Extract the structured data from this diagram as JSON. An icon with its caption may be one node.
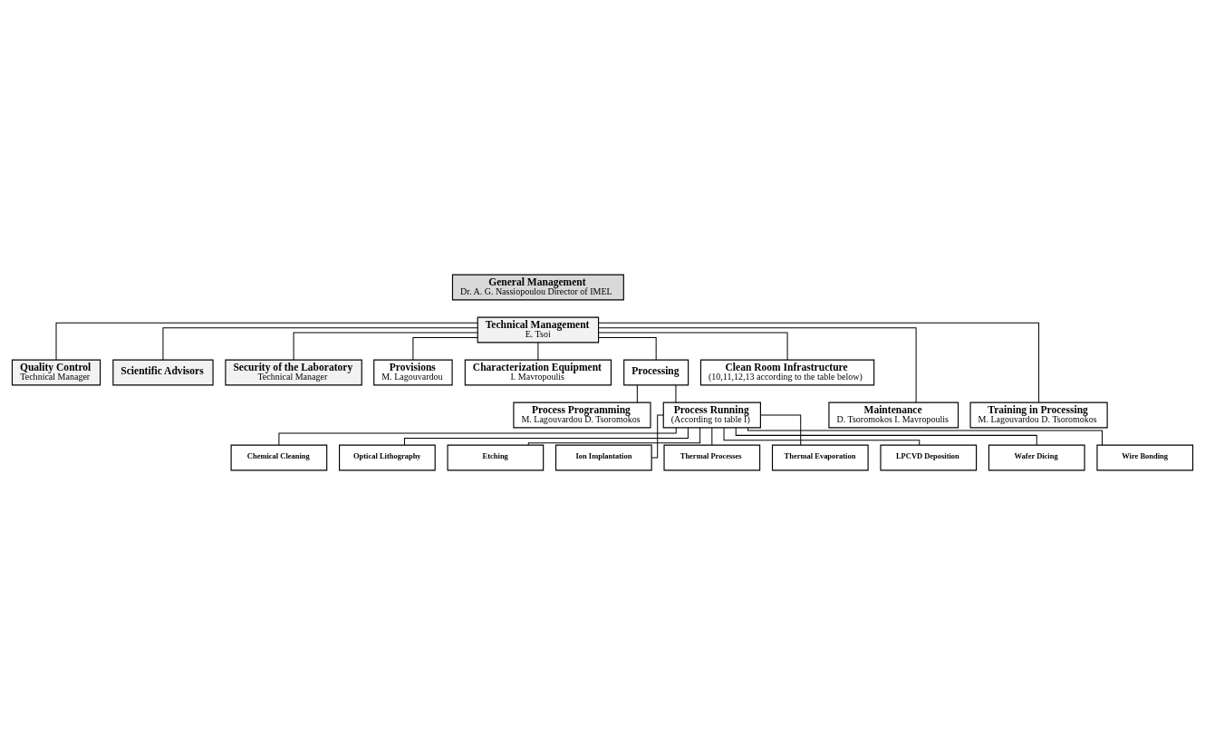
{
  "diagram": {
    "nodes": [
      {
        "text": [
          "General Management",
          "Dr. A. G. Nassiopoulou Director of IMEL"
        ]
      },
      {
        "text": [
          "Technical Management",
          "E. Tsoi"
        ]
      },
      {
        "text": [
          "Quality Control",
          "Technical Manager"
        ]
      },
      {
        "text": [
          "Scientific Advisors"
        ]
      },
      {
        "text": [
          "Security of the Laboratory",
          "Technical Manager"
        ]
      },
      {
        "text": [
          "Provisions",
          "M. Lagouvardou"
        ]
      },
      {
        "text": [
          "Characterization Equipment",
          "I. Mavropoulis"
        ]
      },
      {
        "text": [
          "Processing"
        ]
      },
      {
        "text": [
          "Clean Room Infrastructure",
          "(10,11,12,13 according to the table below)"
        ]
      },
      {
        "text": [
          "Maintenance",
          "D. Tsoromokos I. Mavropoulis"
        ]
      },
      {
        "text": [
          "Training in Processing",
          "M. Lagouvardou D. Tsoromokos"
        ]
      },
      {
        "text": [
          "Process Programming",
          "M. Lagouvardou D. Tsoromokos"
        ]
      },
      {
        "text": [
          "Process Running",
          "(According to table I)"
        ]
      },
      {
        "text": [
          "Chemical Cleaning"
        ]
      },
      {
        "text": [
          "Optical Lithography"
        ]
      },
      {
        "text": [
          "Etching"
        ]
      },
      {
        "text": [
          "Ion Implantation"
        ]
      },
      {
        "text": [
          "Thermal Processes"
        ]
      },
      {
        "text": [
          "Thermal Evaporation"
        ]
      },
      {
        "text": [
          "LPCVD Deposition"
        ]
      },
      {
        "text": [
          "Wafer Dicing"
        ]
      },
      {
        "text": [
          "Wire Bonding"
        ]
      }
    ],
    "edges": [
      {
        "from": 1,
        "to": 2,
        "arrow": "none"
      },
      {
        "from": 1,
        "to": 3,
        "arrow": "none"
      },
      {
        "from": 1,
        "to": 4,
        "arrow": "none"
      },
      {
        "from": 1,
        "to": 5,
        "arrow": "none"
      },
      {
        "from": 1,
        "to": 9,
        "arrow": "none"
      },
      {
        "from": 1,
        "to": 6,
        "arrow": "none"
      },
      {
        "from": 1,
        "to": 10,
        "arrow": "none"
      },
      {
        "from": 1,
        "to": 7,
        "arrow": "none"
      },
      {
        "from": 1,
        "to": 8,
        "arrow": "none"
      },
      {
        "from": 7,
        "to": 11,
        "arrow": "none"
      },
      {
        "from": 7,
        "to": 12,
        "arrow": "none"
      },
      {
        "from": 12,
        "to": 13,
        "arrow": "none"
      },
      {
        "from": 12,
        "to": 14,
        "arrow": "none"
      },
      {
        "from": 12,
        "to": 15,
        "arrow": "none"
      },
      {
        "from": 12,
        "to": 16,
        "arrow": "none"
      },
      {
        "from": 12,
        "to": 17,
        "arrow": "none"
      },
      {
        "from": 12,
        "to": 18,
        "arrow": "none"
      },
      {
        "from": 12,
        "to": 19,
        "arrow": "none"
      },
      {
        "from": 12,
        "to": 20,
        "arrow": "none"
      },
      {
        "from": 12,
        "to": 21,
        "arrow": "none"
      }
    ]
  }
}
